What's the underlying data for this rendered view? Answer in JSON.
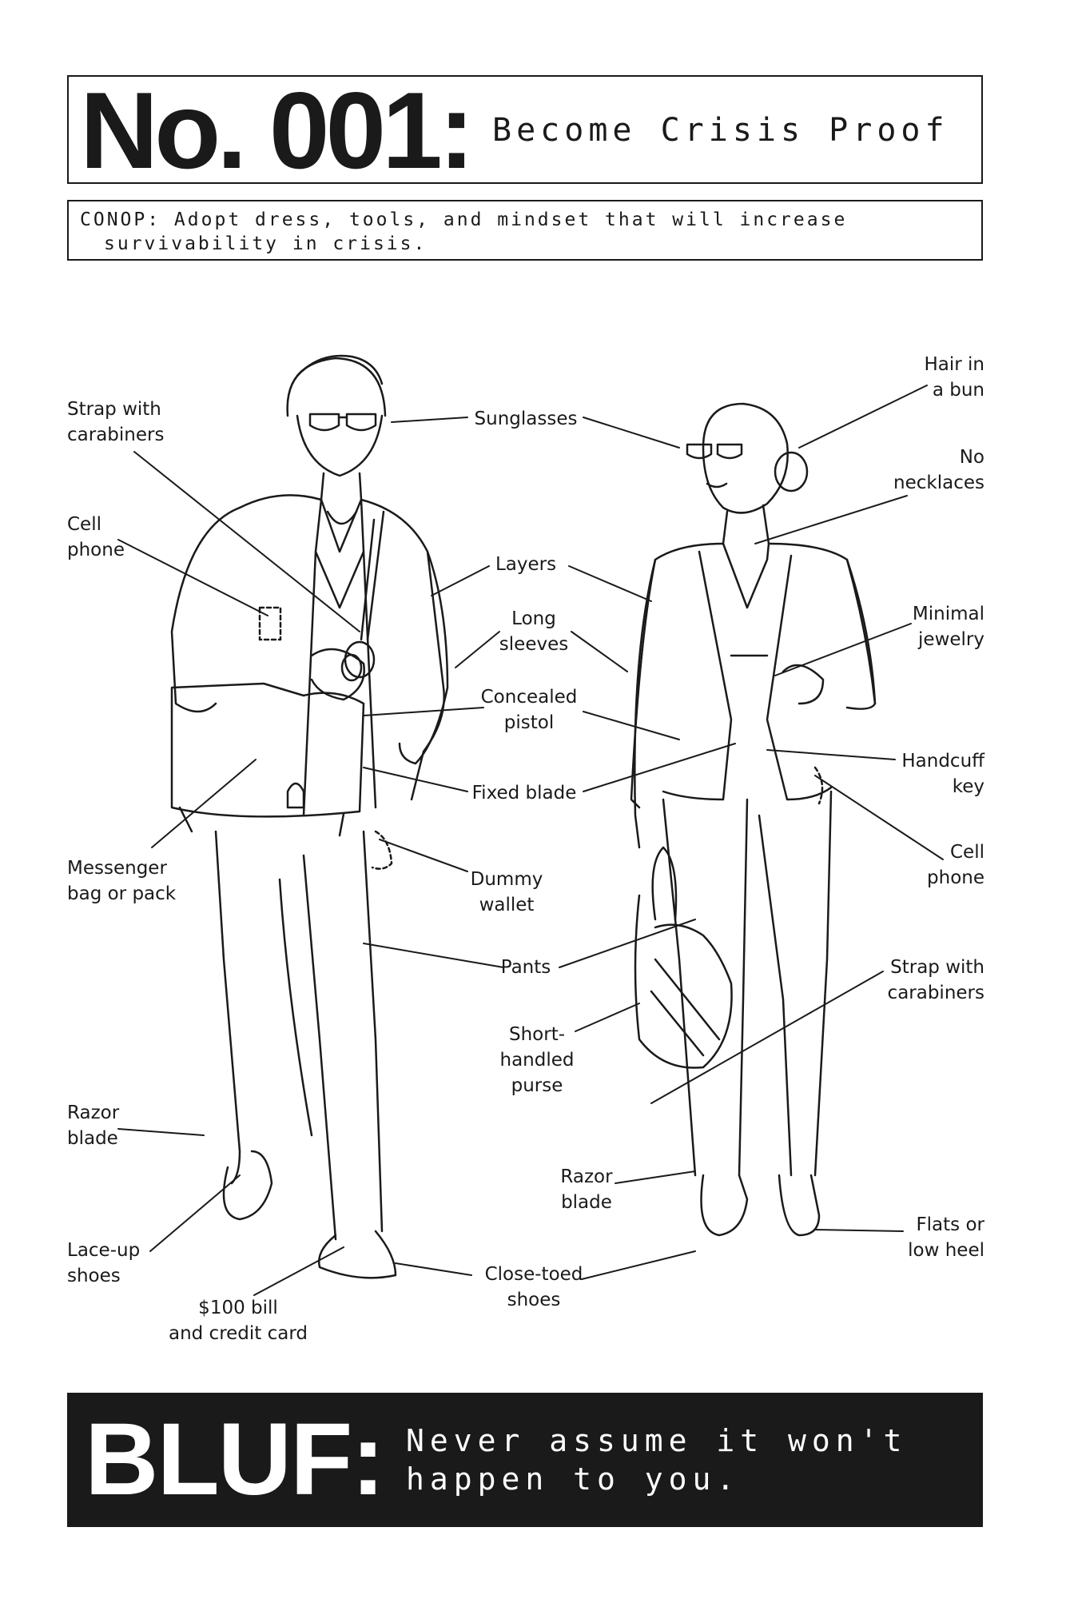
{
  "header": {
    "number": "No. 001:",
    "subtitle": "Become Crisis Proof",
    "conop_line1": "CONOP: Adopt dress, tools, and mindset that will increase",
    "conop_line2": "survivability in crisis."
  },
  "labels": {
    "strap_man": "Strap with\ncarabiners",
    "cell_man": "Cell\nphone",
    "messenger": "Messenger\nbag or pack",
    "razor_man": "Razor\nblade",
    "laceup": "Lace-up\nshoes",
    "bill": "$100 bill\nand credit card",
    "sunglasses": "Sunglasses",
    "layers": "Layers",
    "sleeves": "Long\nsleeves",
    "pistol": "Concealed\npistol",
    "fixed_blade": "Fixed blade",
    "dummy_wallet": "Dummy\nwallet",
    "pants": "Pants",
    "purse": "Short-\nhandled\npurse",
    "razor_woman": "Razor\nblade",
    "closetoed": "Close-toed\nshoes",
    "hair": "Hair in\na bun",
    "necklaces": "No\nnecklaces",
    "jewelry": "Minimal\njewelry",
    "handcuff": "Handcuff\nkey",
    "cell_woman": "Cell\nphone",
    "strap_woman": "Strap with\ncarabiners",
    "flats": "Flats or\nlow heel"
  },
  "footer": {
    "word": "BLUF:",
    "line1": "Never assume it won't",
    "line2": "happen to you."
  },
  "colors": {
    "ink": "#1a1a1a",
    "paper": "#ffffff"
  }
}
